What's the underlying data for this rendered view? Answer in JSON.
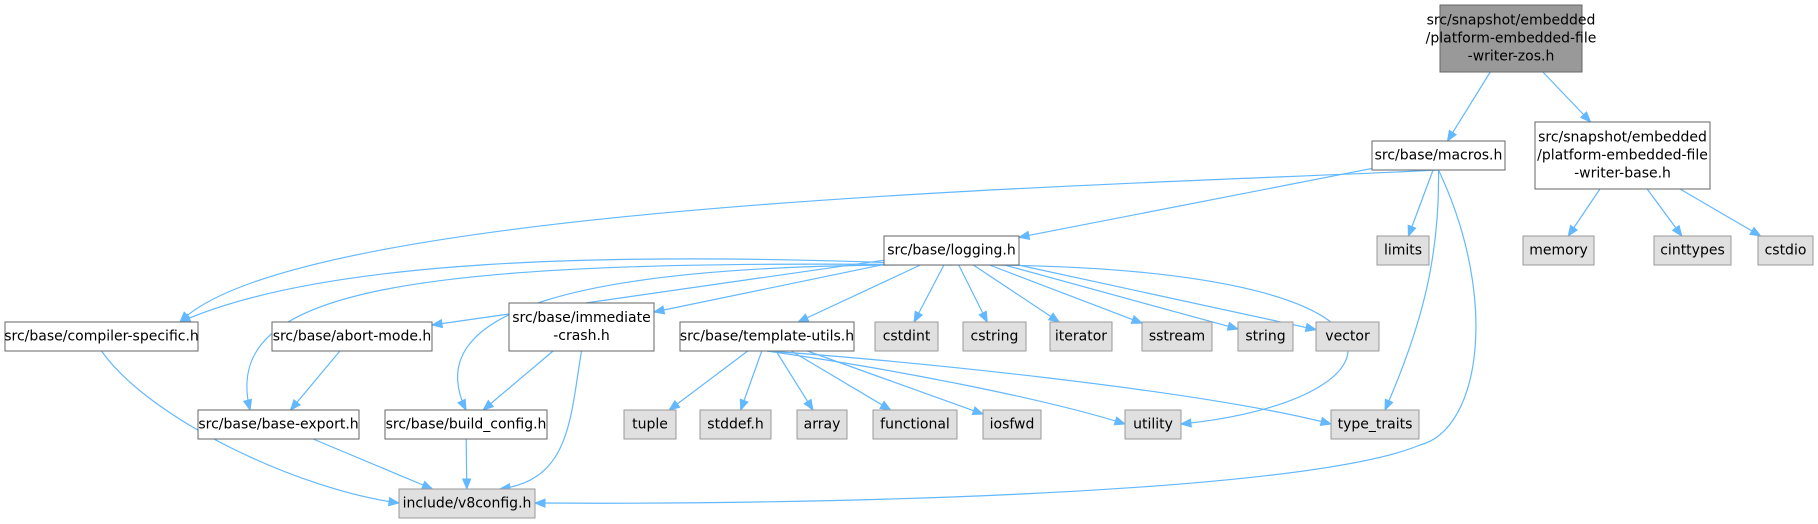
{
  "colors": {
    "root_fill": "#999999",
    "root_stroke": "#666666",
    "project_fill": "#ffffff",
    "project_stroke": "#666666",
    "external_fill": "#e0e0e0",
    "external_stroke": "#999999",
    "edge": "#63b8ff"
  },
  "nodes": [
    {
      "id": "zos",
      "kind": "root",
      "lines": [
        "src/snapshot/embedded",
        "/platform-embedded-file",
        "-writer-zos.h"
      ]
    },
    {
      "id": "macros",
      "kind": "project",
      "lines": [
        "src/base/macros.h"
      ]
    },
    {
      "id": "writerbase",
      "kind": "project",
      "lines": [
        "src/snapshot/embedded",
        "/platform-embedded-file",
        "-writer-base.h"
      ]
    },
    {
      "id": "logging",
      "kind": "project",
      "lines": [
        "src/base/logging.h"
      ]
    },
    {
      "id": "limits",
      "kind": "external",
      "lines": [
        "limits"
      ]
    },
    {
      "id": "memory",
      "kind": "external",
      "lines": [
        "memory"
      ]
    },
    {
      "id": "cinttypes",
      "kind": "external",
      "lines": [
        "cinttypes"
      ]
    },
    {
      "id": "cstdio",
      "kind": "external",
      "lines": [
        "cstdio"
      ]
    },
    {
      "id": "compiler",
      "kind": "project",
      "lines": [
        "src/base/compiler-specific.h"
      ]
    },
    {
      "id": "abortmode",
      "kind": "project",
      "lines": [
        "src/base/abort-mode.h"
      ]
    },
    {
      "id": "immediate",
      "kind": "project",
      "lines": [
        "src/base/immediate",
        "-crash.h"
      ]
    },
    {
      "id": "template",
      "kind": "project",
      "lines": [
        "src/base/template-utils.h"
      ]
    },
    {
      "id": "cstdint",
      "kind": "external",
      "lines": [
        "cstdint"
      ]
    },
    {
      "id": "cstring",
      "kind": "external",
      "lines": [
        "cstring"
      ]
    },
    {
      "id": "iterator",
      "kind": "external",
      "lines": [
        "iterator"
      ]
    },
    {
      "id": "sstream",
      "kind": "external",
      "lines": [
        "sstream"
      ]
    },
    {
      "id": "string",
      "kind": "external",
      "lines": [
        "string"
      ]
    },
    {
      "id": "vector",
      "kind": "external",
      "lines": [
        "vector"
      ]
    },
    {
      "id": "baseexport",
      "kind": "project",
      "lines": [
        "src/base/base-export.h"
      ]
    },
    {
      "id": "buildconfig",
      "kind": "project",
      "lines": [
        "src/base/build_config.h"
      ]
    },
    {
      "id": "tuple",
      "kind": "external",
      "lines": [
        "tuple"
      ]
    },
    {
      "id": "stddef",
      "kind": "external",
      "lines": [
        "stddef.h"
      ]
    },
    {
      "id": "array",
      "kind": "external",
      "lines": [
        "array"
      ]
    },
    {
      "id": "functional",
      "kind": "external",
      "lines": [
        "functional"
      ]
    },
    {
      "id": "iosfwd",
      "kind": "external",
      "lines": [
        "iosfwd"
      ]
    },
    {
      "id": "utility",
      "kind": "external",
      "lines": [
        "utility"
      ]
    },
    {
      "id": "typetraits",
      "kind": "external",
      "lines": [
        "type_traits"
      ]
    },
    {
      "id": "v8config",
      "kind": "external",
      "lines": [
        "include/v8config.h"
      ]
    }
  ],
  "edges": [
    {
      "from": "zos",
      "to": "macros"
    },
    {
      "from": "zos",
      "to": "writerbase"
    },
    {
      "from": "macros",
      "to": "logging"
    },
    {
      "from": "macros",
      "to": "compiler"
    },
    {
      "from": "macros",
      "to": "limits"
    },
    {
      "from": "macros",
      "to": "typetraits"
    },
    {
      "from": "macros",
      "to": "v8config"
    },
    {
      "from": "writerbase",
      "to": "memory"
    },
    {
      "from": "writerbase",
      "to": "cinttypes"
    },
    {
      "from": "writerbase",
      "to": "cstdio"
    },
    {
      "from": "logging",
      "to": "compiler"
    },
    {
      "from": "logging",
      "to": "abortmode"
    },
    {
      "from": "logging",
      "to": "baseexport"
    },
    {
      "from": "logging",
      "to": "buildconfig"
    },
    {
      "from": "logging",
      "to": "immediate"
    },
    {
      "from": "logging",
      "to": "template"
    },
    {
      "from": "logging",
      "to": "cstdint"
    },
    {
      "from": "logging",
      "to": "cstring"
    },
    {
      "from": "logging",
      "to": "iterator"
    },
    {
      "from": "logging",
      "to": "sstream"
    },
    {
      "from": "logging",
      "to": "string"
    },
    {
      "from": "logging",
      "to": "vector"
    },
    {
      "from": "logging",
      "to": "utility"
    },
    {
      "from": "compiler",
      "to": "v8config"
    },
    {
      "from": "abortmode",
      "to": "baseexport"
    },
    {
      "from": "immediate",
      "to": "buildconfig"
    },
    {
      "from": "immediate",
      "to": "v8config"
    },
    {
      "from": "baseexport",
      "to": "v8config"
    },
    {
      "from": "buildconfig",
      "to": "v8config"
    },
    {
      "from": "template",
      "to": "tuple"
    },
    {
      "from": "template",
      "to": "stddef"
    },
    {
      "from": "template",
      "to": "array"
    },
    {
      "from": "template",
      "to": "functional"
    },
    {
      "from": "template",
      "to": "iosfwd"
    },
    {
      "from": "template",
      "to": "utility"
    },
    {
      "from": "template",
      "to": "typetraits"
    }
  ]
}
